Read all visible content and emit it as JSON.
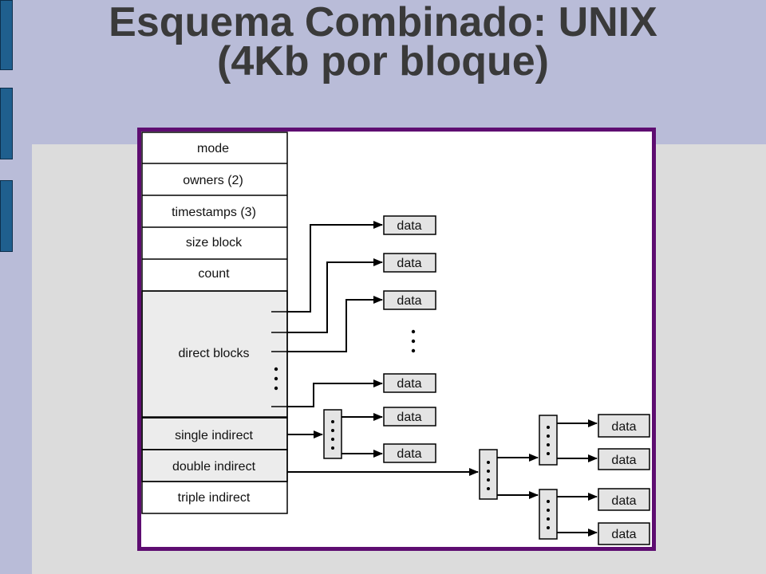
{
  "slide": {
    "title_line1": "Esquema Combinado:  UNIX",
    "title_line2": "(4Kb por bloque)"
  },
  "inode": {
    "fields": [
      "mode",
      "owners (2)",
      "timestamps (3)",
      "size block",
      "count"
    ],
    "direct_label": "direct blocks",
    "single_label": "single indirect",
    "double_label": "double indirect",
    "triple_label": "triple indirect"
  },
  "data_label": "data",
  "colors": {
    "background": "#b9bcd8",
    "content": "#dcdcdc",
    "frame": "#5e0d71",
    "accent_bar": "#1f5f8e",
    "title": "#3a3a3a"
  }
}
